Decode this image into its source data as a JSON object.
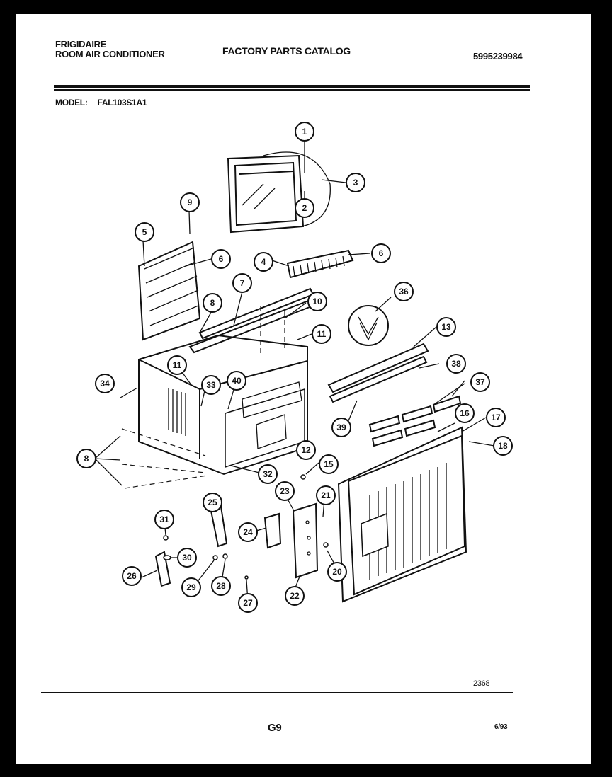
{
  "header": {
    "brand": "FRIGIDAIRE",
    "product": "ROOM AIR CONDITIONER",
    "catalog_title": "FACTORY PARTS CATALOG",
    "catalog_number": "5995239984",
    "model_label": "MODEL:",
    "model_number": "FAL103S1A1"
  },
  "footer": {
    "drawing_number": "2368",
    "page_id": "G9",
    "date": "6/93"
  },
  "callouts": [
    {
      "id": "c1",
      "label": "1"
    },
    {
      "id": "c2",
      "label": "2"
    },
    {
      "id": "c3",
      "label": "3"
    },
    {
      "id": "c4",
      "label": "4"
    },
    {
      "id": "c5",
      "label": "5"
    },
    {
      "id": "c6a",
      "label": "6"
    },
    {
      "id": "c6b",
      "label": "6"
    },
    {
      "id": "c7",
      "label": "7"
    },
    {
      "id": "c8a",
      "label": "8"
    },
    {
      "id": "c8b",
      "label": "8"
    },
    {
      "id": "c9",
      "label": "9"
    },
    {
      "id": "c10",
      "label": "10"
    },
    {
      "id": "c11a",
      "label": "11"
    },
    {
      "id": "c11b",
      "label": "11"
    },
    {
      "id": "c12",
      "label": "12"
    },
    {
      "id": "c13",
      "label": "13"
    },
    {
      "id": "c15",
      "label": "15"
    },
    {
      "id": "c16",
      "label": "16"
    },
    {
      "id": "c17",
      "label": "17"
    },
    {
      "id": "c18",
      "label": "18"
    },
    {
      "id": "c20",
      "label": "20"
    },
    {
      "id": "c21",
      "label": "21"
    },
    {
      "id": "c22",
      "label": "22"
    },
    {
      "id": "c23",
      "label": "23"
    },
    {
      "id": "c24",
      "label": "24"
    },
    {
      "id": "c25",
      "label": "25"
    },
    {
      "id": "c26",
      "label": "26"
    },
    {
      "id": "c27",
      "label": "27"
    },
    {
      "id": "c28",
      "label": "28"
    },
    {
      "id": "c29",
      "label": "29"
    },
    {
      "id": "c30",
      "label": "30"
    },
    {
      "id": "c31",
      "label": "31"
    },
    {
      "id": "c32",
      "label": "32"
    },
    {
      "id": "c33",
      "label": "33"
    },
    {
      "id": "c34",
      "label": "34"
    },
    {
      "id": "c36",
      "label": "36"
    },
    {
      "id": "c37",
      "label": "37"
    },
    {
      "id": "c38",
      "label": "38"
    },
    {
      "id": "c39",
      "label": "39"
    },
    {
      "id": "c40",
      "label": "40"
    }
  ]
}
